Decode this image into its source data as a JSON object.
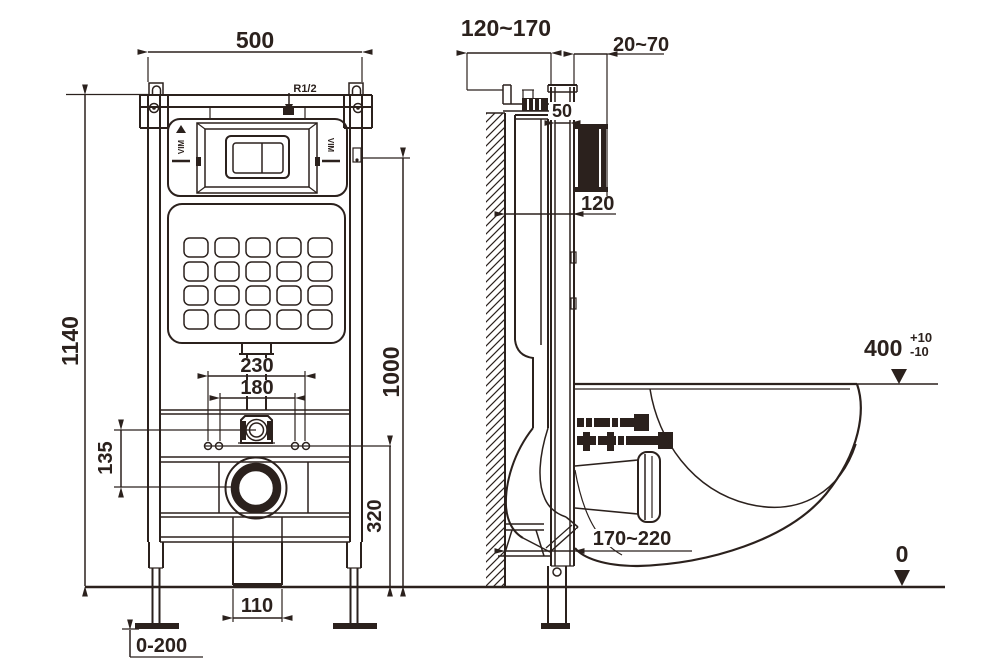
{
  "drawing": {
    "line_color": "#2b211d",
    "background_color": "#ffffff",
    "front_view": {
      "dim_frame_width": "500",
      "dim_frame_height": "1140",
      "dim_plate_center_height": "1000",
      "dim_bolt_spacing_outer": "230",
      "dim_bolt_spacing_inner": "180",
      "dim_inlet_to_drain": "135",
      "dim_outlet_rail_height": "320",
      "dim_drain_box_width": "110",
      "dim_leg_adjust_range": "0-200",
      "water_supply_label": "R1/2",
      "brand_left": "VIM",
      "brand_right": "VIM"
    },
    "side_view": {
      "dim_install_depth_range": "120~170",
      "dim_finished_wall_range": "20~70",
      "dim_plate_recess": "50",
      "dim_frame_depth": "120",
      "dim_bowl_height": "400",
      "dim_bowl_height_tol_plus": "+10",
      "dim_bowl_height_tol_minus": "-10",
      "dim_drain_depth_range": "170~220",
      "floor_level_label": "0"
    }
  }
}
